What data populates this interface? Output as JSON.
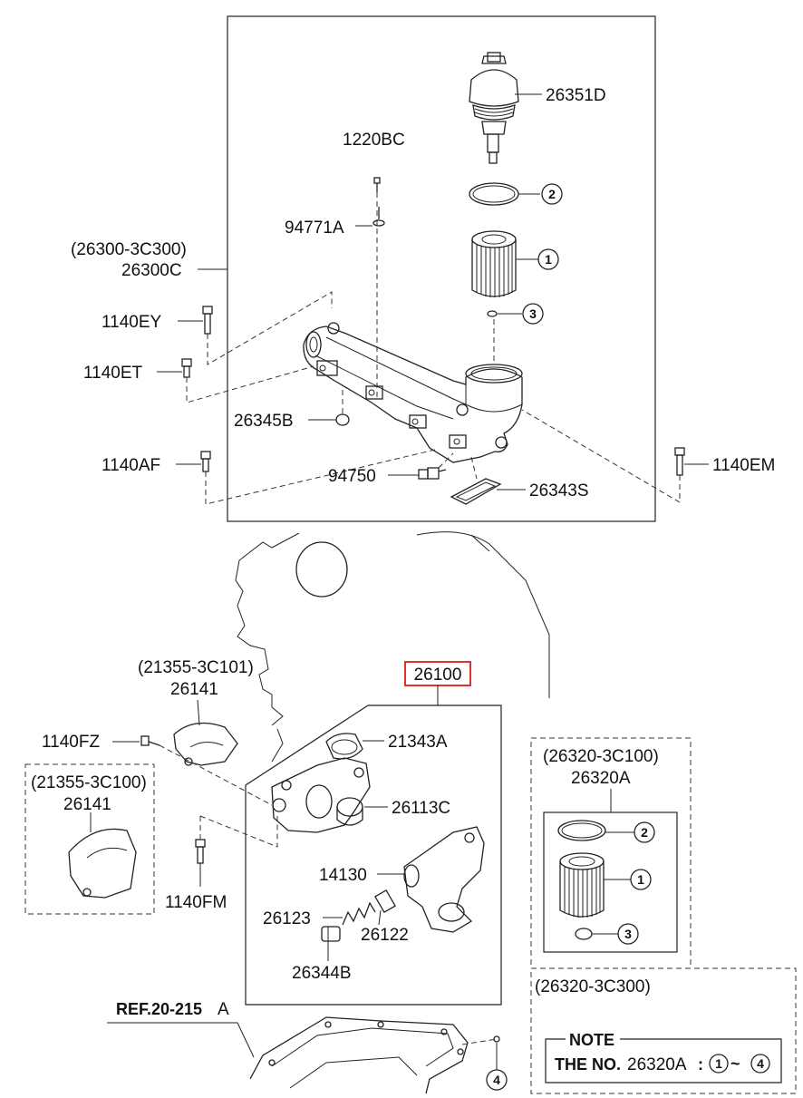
{
  "upper_assembly": {
    "alt_part": "(26300-3C300)",
    "part": "26300C",
    "callouts": {
      "cap": "26351D",
      "bolt_top": "1220BC",
      "clip": "94771A",
      "bolt_ey": "1140EY",
      "bolt_et": "1140ET",
      "plug": "26345B",
      "bolt_af": "1140AF",
      "sensor": "94750",
      "gasket": "26343S",
      "bolt_em": "1140EM"
    },
    "circle_refs": [
      "2",
      "1",
      "3"
    ]
  },
  "lower_assembly": {
    "main_part": "26100",
    "callouts": {
      "seal": "21343A",
      "bushing": "26113C",
      "body": "14130",
      "spring": "26123",
      "valve": "26122",
      "plug": "26344B",
      "bolt_fz": "1140FZ",
      "bolt_fm": "1140FM"
    },
    "cover_1": {
      "alt_part": "(21355-3C101)",
      "part": "26141"
    },
    "cover_2": {
      "alt_part": "(21355-3C100)",
      "part": "26141"
    }
  },
  "filter_kit": {
    "alt_part": "(26320-3C100)",
    "part": "26320A",
    "circle_refs": [
      "2",
      "1",
      "3"
    ]
  },
  "alt_filter_box": {
    "alt_part": "(26320-3C300)",
    "note_title": "NOTE",
    "note_prefix": "THE NO.",
    "note_part": "26320A",
    "note_colon": ":",
    "note_from": "1",
    "note_tilde": "~",
    "note_to": "4"
  },
  "oil_pan": {
    "ref_label": "REF.20-215",
    "ref_suffix": "A",
    "circle_ref": "4"
  },
  "colors": {
    "highlight": "#e0302a",
    "line": "#222222"
  }
}
